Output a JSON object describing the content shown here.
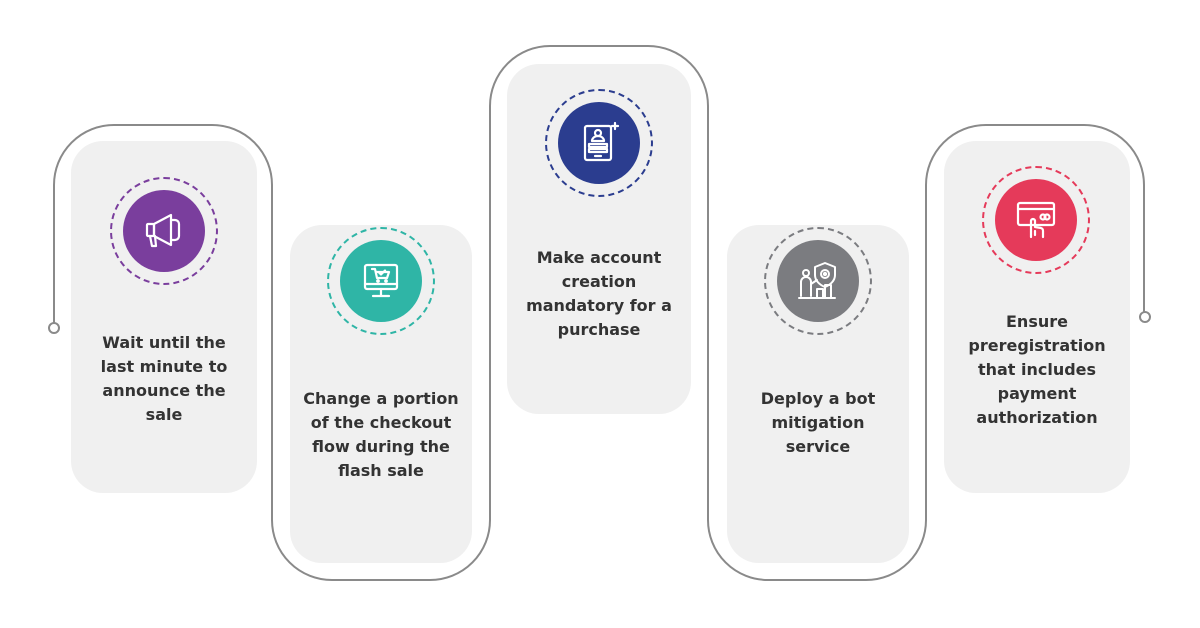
{
  "steps": [
    {
      "text": "Wait until the last minute to announce the sale",
      "icon": "megaphone-icon",
      "color": "#7a3e9d"
    },
    {
      "text": "Change a portion of the checkout flow during the flash sale",
      "icon": "monitor-cart-icon",
      "color": "#2fb5a6"
    },
    {
      "text": "Make account creation mandatory for a purchase",
      "icon": "account-form-icon",
      "color": "#2b3d8f"
    },
    {
      "text": "Deploy a bot mitigation service",
      "icon": "shield-gear-icon",
      "color": "#7b7c80"
    },
    {
      "text": "Ensure preregistration that includes payment authorization",
      "icon": "card-payment-icon",
      "color": "#e53a5a"
    }
  ],
  "colors": {
    "line": "#8a8a8a",
    "card": "#f0f0f0",
    "text": "#333333"
  }
}
